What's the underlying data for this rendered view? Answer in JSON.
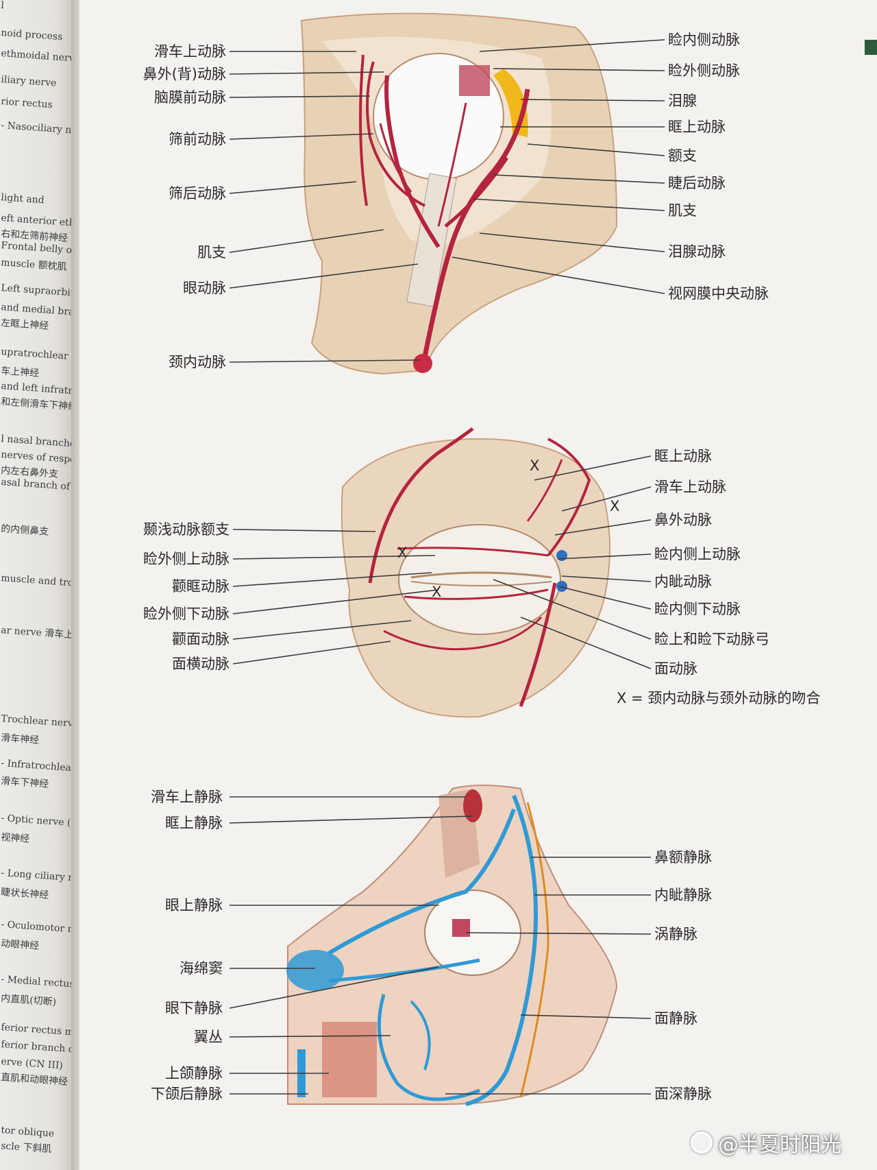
{
  "left_page_lines": [
    "l",
    "noid process",
    "ethmoidal nerve",
    "iliary nerve",
    "rior rectus",
    "- Nasociliary nerve",
    "",
    "light and",
    "eft anterior ethmoidal",
    "右和左筛前神经",
    "Frontal belly of",
    "muscle 额枕肌",
    "Left supraorbital",
    "and medial branch",
    "左眶上神经",
    "upratrochlear nerve",
    "车上神经",
    "and left infratrochlear",
    "和左侧滑车下神经",
    "l nasal branches",
    "nerves of respective",
    "内左右鼻外支",
    "asal branch of",
    "的内侧鼻支",
    "muscle and trochlea",
    "ar nerve 滑车上神经",
    "Trochlear nerve",
    "滑车神经",
    "- Infratrochlear nerve",
    "滑车下神经",
    "- Optic nerve (CN II)",
    "视神经",
    "- Long ciliary nerve",
    "睫状长神经",
    "- Oculomotor nerve",
    "动眼神经",
    "- Medial rectus muscle",
    "内直肌(切断)",
    "ferior rectus muscle",
    "ferior branch of",
    "erve (CN III)",
    "直肌和动眼神经",
    "tor oblique",
    "scle 下斜肌"
  ],
  "fig1": {
    "left_labels": [
      "滑车上动脉",
      "鼻外(背)动脉",
      "脑膜前动脉",
      "筛前动脉",
      "筛后动脉",
      "肌支",
      "眼动脉",
      "颈内动脉"
    ],
    "right_labels": [
      "睑内侧动脉",
      "睑外侧动脉",
      "泪腺",
      "眶上动脉",
      "额支",
      "睫后动脉",
      "肌支",
      "泪腺动脉",
      "视网膜中央动脉"
    ]
  },
  "fig2": {
    "left_labels": [
      "颞浅动脉额支",
      "睑外侧上动脉",
      "颧眶动脉",
      "睑外侧下动脉",
      "颧面动脉",
      "面横动脉"
    ],
    "right_labels": [
      "眶上动脉",
      "滑车上动脉",
      "鼻外动脉",
      "睑内侧上动脉",
      "内眦动脉",
      "睑内侧下动脉",
      "睑上和睑下动脉弓",
      "面动脉"
    ],
    "anastomosis_mark": "X",
    "note": "X = 颈内动脉与颈外动脉的吻合"
  },
  "fig3": {
    "left_labels": [
      "滑车上静脉",
      "眶上静脉",
      "眼上静脉",
      "海绵窦",
      "眼下静脉",
      "翼丛",
      "上颌静脉",
      "下颌后静脉"
    ],
    "right_labels": [
      "鼻额静脉",
      "内眦静脉",
      "涡静脉",
      "面静脉",
      "面深静脉"
    ]
  },
  "watermark": "@半夏时阳光",
  "colors": {
    "artery": "#b5243e",
    "vein": "#2f9ad6",
    "lacrimal_gland": "#f0b81a",
    "skin": "#d9b48f",
    "paper": "#f3f2ef"
  }
}
